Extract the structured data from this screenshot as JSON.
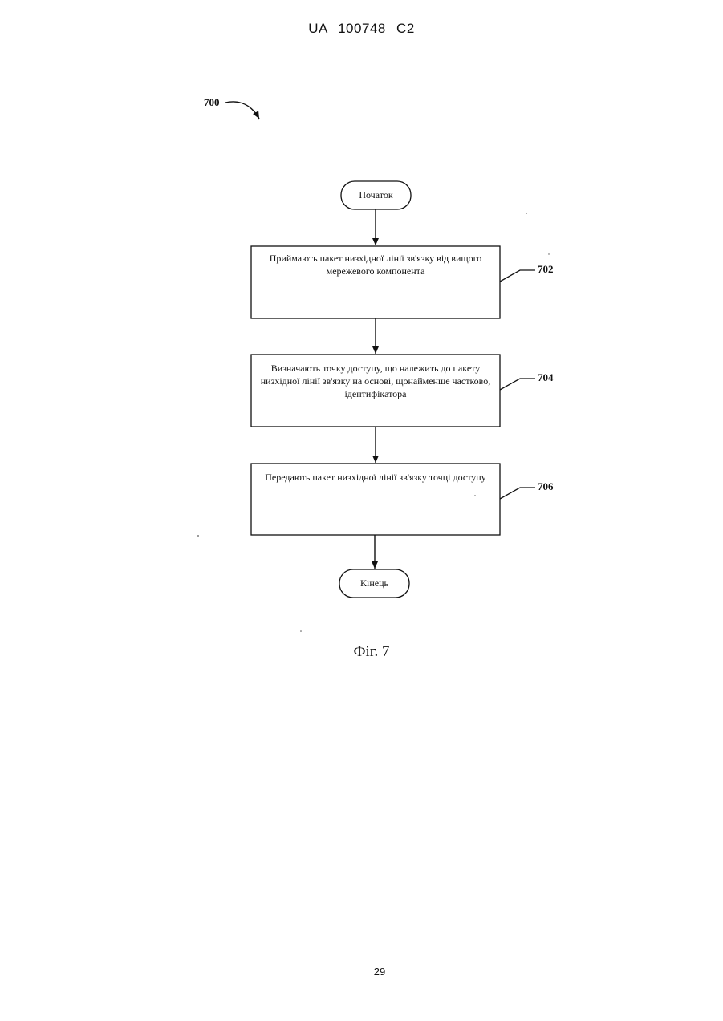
{
  "header": {
    "document_id": "UA   100748   C2"
  },
  "figure": {
    "reference": "700",
    "caption": "Фіг. 7"
  },
  "flowchart": {
    "start": "Початок",
    "steps": [
      {
        "text": "Приймають пакет низхідної лінії зв'язку від вищого мережевого компонента",
        "ref": "702"
      },
      {
        "text": "Визначають точку доступу, що належить до пакету низхідної лінії зв'язку на основі, щонайменше частково, ідентифікатора",
        "ref": "704"
      },
      {
        "text": "Передають пакет низхідної лінії зв'язку точці доступу",
        "ref": "706"
      }
    ],
    "end": "Кінець"
  },
  "page_number": "29"
}
